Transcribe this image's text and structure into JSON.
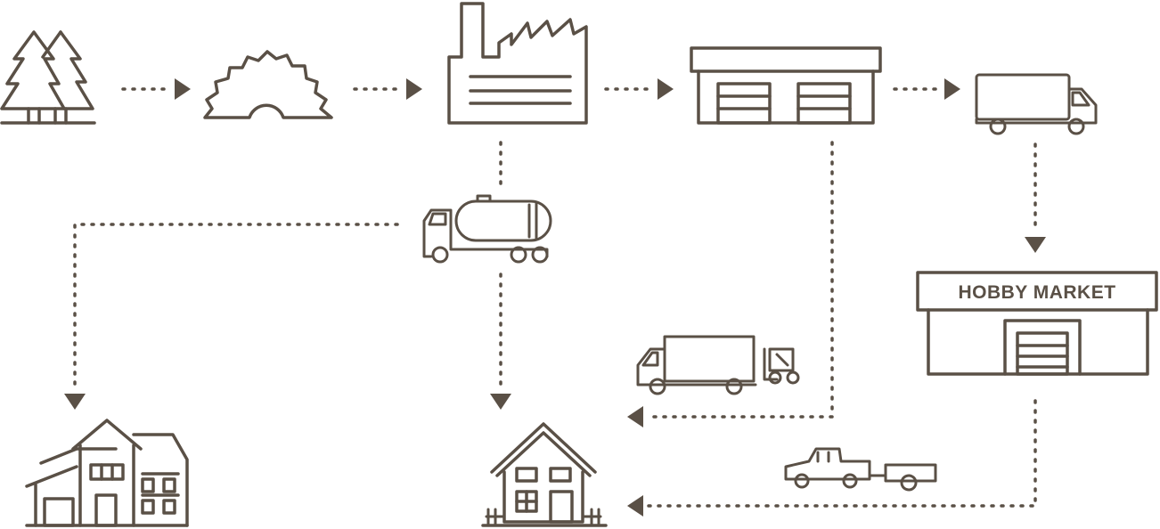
{
  "diagram": {
    "nodes": [
      {
        "id": "forest",
        "icon": "pine-trees-icon"
      },
      {
        "id": "sawmill",
        "icon": "saw-blade-icon"
      },
      {
        "id": "factory",
        "icon": "factory-icon"
      },
      {
        "id": "warehouse",
        "icon": "warehouse-icon"
      },
      {
        "id": "delivery-truck",
        "icon": "truck-icon"
      },
      {
        "id": "tanker-truck",
        "icon": "tanker-truck-icon"
      },
      {
        "id": "hobby-market",
        "icon": "store-icon",
        "label": "HOBBY MARKET"
      },
      {
        "id": "truck-forklift",
        "icon": "truck-with-forklift-icon"
      },
      {
        "id": "pickup-trailer",
        "icon": "pickup-with-trailer-icon"
      },
      {
        "id": "apartment-building",
        "icon": "apartment-building-icon"
      },
      {
        "id": "house",
        "icon": "house-icon"
      }
    ],
    "edges": [
      {
        "from": "forest",
        "to": "sawmill"
      },
      {
        "from": "sawmill",
        "to": "factory"
      },
      {
        "from": "factory",
        "to": "warehouse"
      },
      {
        "from": "warehouse",
        "to": "delivery-truck"
      },
      {
        "from": "delivery-truck",
        "to": "hobby-market"
      },
      {
        "from": "factory",
        "to": "tanker-truck"
      },
      {
        "from": "tanker-truck",
        "to": "apartment-building"
      },
      {
        "from": "tanker-truck",
        "to": "house"
      },
      {
        "from": "warehouse",
        "to": "house",
        "via": "truck-forklift"
      },
      {
        "from": "hobby-market",
        "to": "house",
        "via": "pickup-trailer"
      }
    ],
    "colors": {
      "line": "#5a5046",
      "background": "#ffffff"
    }
  }
}
